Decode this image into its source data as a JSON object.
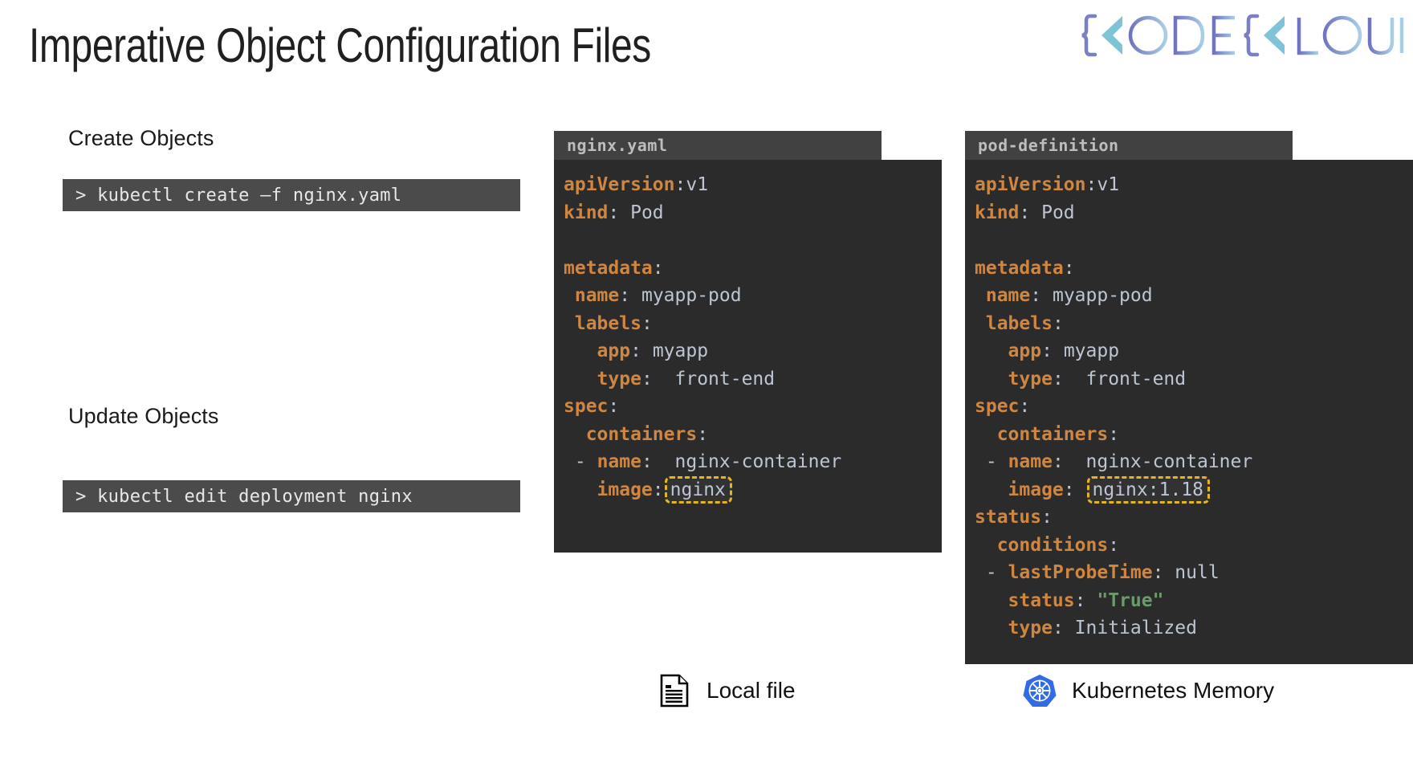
{
  "slide": {
    "title": "Imperative Object Configuration Files",
    "brand": {
      "name": "KodeKloud",
      "parts": [
        "{K",
        "ODE",
        "{K",
        "LOUD"
      ],
      "colors": {
        "brace": "#7b7fc4",
        "chevron": "#7ec4d6",
        "text_start": "#6f74c0",
        "text_end": "#9cc8e0"
      }
    }
  },
  "left_column": {
    "sections": [
      {
        "heading": "Create Objects",
        "command": "> kubectl create –f nginx.yaml"
      },
      {
        "heading": "Update Objects",
        "command": "> kubectl edit deployment nginx"
      }
    ]
  },
  "panels": [
    {
      "id": "nginx-yaml",
      "title": "nginx.yaml",
      "lines": [
        {
          "indent": 0,
          "key": "apiVersion",
          "sep": ":",
          "value": "v1",
          "gap": ""
        },
        {
          "indent": 0,
          "key": "kind",
          "sep": ":",
          "value": "Pod",
          "gap": " "
        },
        {
          "blank": true
        },
        {
          "indent": 0,
          "key": "metadata",
          "sep": ":",
          "value": "",
          "gap": ""
        },
        {
          "indent": 1,
          "key": "name",
          "sep": ":",
          "value": "myapp-pod",
          "gap": " "
        },
        {
          "indent": 1,
          "key": "labels",
          "sep": ":",
          "value": "",
          "gap": ""
        },
        {
          "indent": 3,
          "key": "app",
          "sep": ":",
          "value": "myapp",
          "gap": " "
        },
        {
          "indent": 3,
          "key": "type",
          "sep": ":",
          "value": "front-end",
          "gap": "  "
        },
        {
          "indent": 0,
          "key": "spec",
          "sep": ":",
          "value": "",
          "gap": ""
        },
        {
          "indent": 2,
          "key": "containers",
          "sep": ":",
          "value": "",
          "gap": ""
        },
        {
          "indent": 1,
          "dash": true,
          "key": "name",
          "sep": ":",
          "value": "nginx-container",
          "gap": "  "
        },
        {
          "indent": 3,
          "key": "image",
          "sep": ":",
          "value": "nginx",
          "gap": "",
          "highlight": true
        }
      ]
    },
    {
      "id": "pod-definition",
      "title": "pod-definition",
      "lines": [
        {
          "indent": 0,
          "key": "apiVersion",
          "sep": ":",
          "value": "v1",
          "gap": ""
        },
        {
          "indent": 0,
          "key": "kind",
          "sep": ":",
          "value": "Pod",
          "gap": " "
        },
        {
          "blank": true
        },
        {
          "indent": 0,
          "key": "metadata",
          "sep": ":",
          "value": "",
          "gap": ""
        },
        {
          "indent": 1,
          "key": "name",
          "sep": ":",
          "value": "myapp-pod",
          "gap": " "
        },
        {
          "indent": 1,
          "key": "labels",
          "sep": ":",
          "value": "",
          "gap": ""
        },
        {
          "indent": 3,
          "key": "app",
          "sep": ":",
          "value": "myapp",
          "gap": " "
        },
        {
          "indent": 3,
          "key": "type",
          "sep": ":",
          "value": "front-end",
          "gap": "  "
        },
        {
          "indent": 0,
          "key": "spec",
          "sep": ":",
          "value": "",
          "gap": ""
        },
        {
          "indent": 2,
          "key": "containers",
          "sep": ":",
          "value": "",
          "gap": ""
        },
        {
          "indent": 1,
          "dash": true,
          "key": "name",
          "sep": ":",
          "value": "nginx-container",
          "gap": "  "
        },
        {
          "indent": 3,
          "key": "image",
          "sep": ":",
          "value": "nginx:1.18",
          "gap": " ",
          "highlight": true
        },
        {
          "indent": 0,
          "key": "status",
          "sep": ":",
          "value": "",
          "gap": ""
        },
        {
          "indent": 2,
          "key": "conditions",
          "sep": ":",
          "value": "",
          "gap": ""
        },
        {
          "indent": 1,
          "dash": true,
          "key": "lastProbeTime",
          "sep": ":",
          "value": "null",
          "gap": " "
        },
        {
          "indent": 3,
          "key": "status",
          "sep": ":",
          "value": "\"True\"",
          "gap": " ",
          "string": true
        },
        {
          "indent": 3,
          "key": "type",
          "sep": ":",
          "value": "Initialized",
          "gap": " "
        }
      ]
    }
  ],
  "legend": [
    {
      "icon": "document-icon",
      "label": "Local file"
    },
    {
      "icon": "kubernetes-icon",
      "label": "Kubernetes Memory"
    }
  ],
  "colors": {
    "key": "#cf8640",
    "value": "#bcc5d4",
    "string": "#6a9c6a",
    "panel_body": "#2b2b2b",
    "panel_header": "#414141",
    "terminal_bg": "#4b4b4b",
    "highlight_border": "#e6b422",
    "k8s_blue": "#326ce5"
  }
}
